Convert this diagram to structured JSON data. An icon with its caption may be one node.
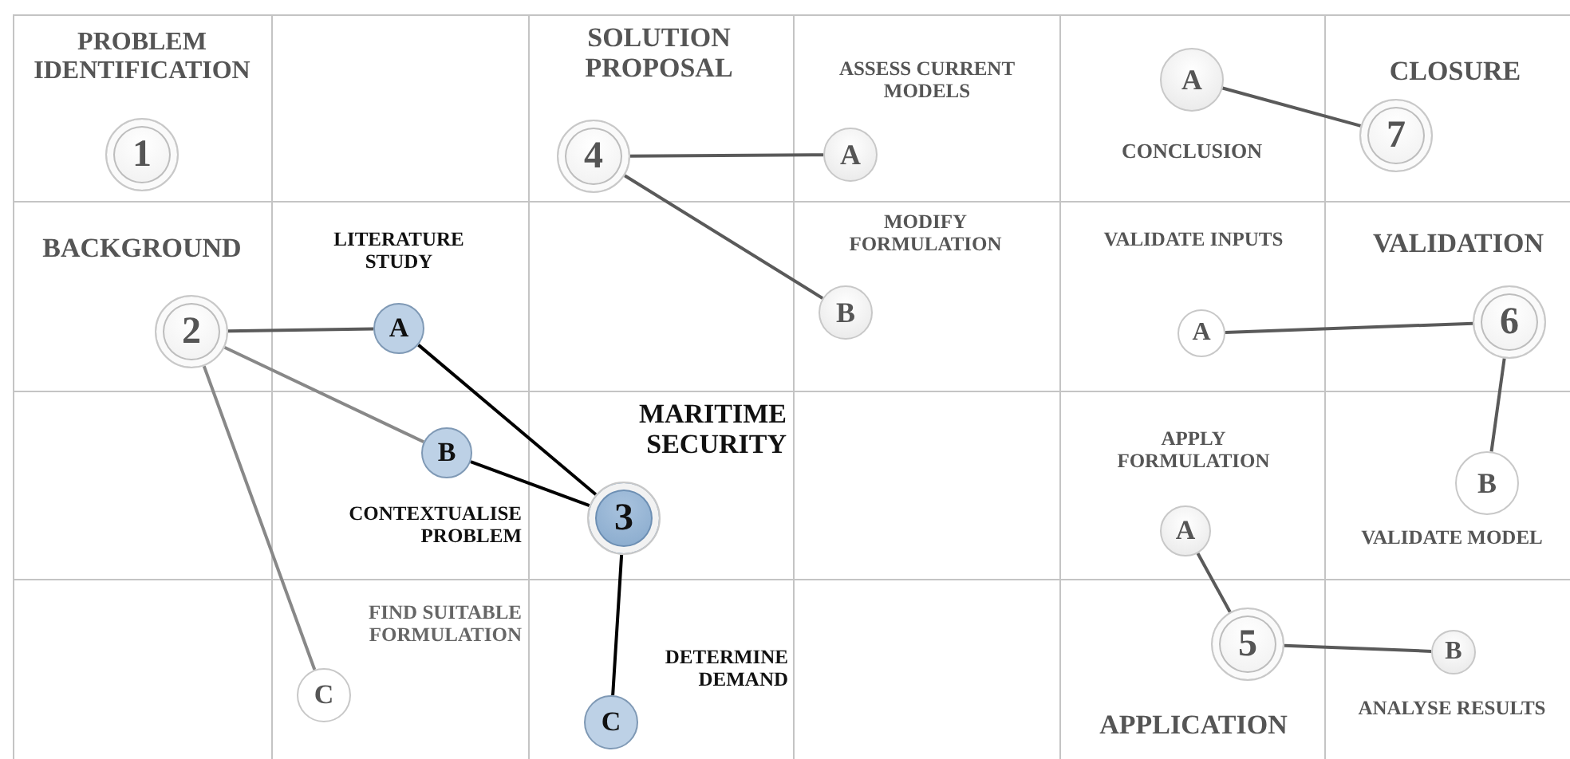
{
  "diagram": {
    "nodes": [
      {
        "text": [
          "1"
        ],
        "beside": [
          "PROBLEM IDENTIFICATION"
        ]
      },
      {
        "text": [
          "4"
        ],
        "beside": [
          "SOLUTION PROPOSAL"
        ]
      },
      {
        "text": [
          "A"
        ],
        "beside": [
          "ASSESS CURRENT MODELS"
        ]
      },
      {
        "text": [
          "A"
        ],
        "beside": [
          "CONCLUSION"
        ]
      },
      {
        "text": [
          "7"
        ],
        "beside": [
          "CLOSURE"
        ]
      },
      {
        "text": [
          "2"
        ],
        "beside": [
          "BACKGROUND"
        ]
      },
      {
        "text": [
          "A"
        ],
        "beside": [
          "LITERATURE STUDY"
        ]
      },
      {
        "text": [
          "B"
        ]
      },
      {
        "text": [
          "A"
        ],
        "beside": [
          "VALIDATE INPUTS"
        ]
      },
      {
        "text": [
          "6"
        ],
        "beside": [
          "VALIDATION"
        ]
      },
      {
        "text": [
          "B"
        ],
        "beside": [
          "CONTEXTUALISE PROBLEM"
        ]
      },
      {
        "text": [
          "3"
        ],
        "beside": [
          "MARITIME SECURITY"
        ]
      },
      {
        "text": [
          "A"
        ],
        "beside": [
          "APPLY FORMULATION"
        ]
      },
      {
        "text": [
          "B"
        ],
        "beside": [
          "VALIDATE MODEL"
        ]
      },
      {
        "text": [
          "C"
        ],
        "beside": [
          "FIND SUITABLE FORMULATION"
        ]
      },
      {
        "text": [
          "C"
        ],
        "beside": [
          "DETERMINE DEMAND"
        ]
      },
      {
        "text": [
          "5"
        ],
        "beside": [
          "APPLICATION"
        ]
      },
      {
        "text": [
          "B"
        ],
        "beside": [
          "ANALYSE RESULTS"
        ]
      }
    ],
    "edges": [
      {
        "from": 1,
        "to": 2,
        "arrow": "none"
      },
      {
        "from": 1,
        "to": 7,
        "arrow": "none"
      },
      {
        "from": 3,
        "to": 4,
        "arrow": "none"
      },
      {
        "from": 5,
        "to": 6,
        "arrow": "none"
      },
      {
        "from": 5,
        "to": 10,
        "arrow": "none",
        "color": "#888888"
      },
      {
        "from": 5,
        "to": 14,
        "arrow": "none",
        "color": "#888888"
      },
      {
        "from": 6,
        "to": 11,
        "arrow": "none",
        "color": "#000000"
      },
      {
        "from": 10,
        "to": 11,
        "arrow": "none",
        "color": "#000000"
      },
      {
        "from": 11,
        "to": 15,
        "arrow": "none",
        "color": "#000000"
      },
      {
        "from": 8,
        "to": 9,
        "arrow": "none"
      },
      {
        "from": 9,
        "to": 13,
        "arrow": "none"
      },
      {
        "from": 12,
        "to": 16,
        "arrow": "none"
      },
      {
        "from": 16,
        "to": 17,
        "arrow": "none"
      }
    ],
    "labels": [
      "MODIFY FORMULATION"
    ]
  }
}
